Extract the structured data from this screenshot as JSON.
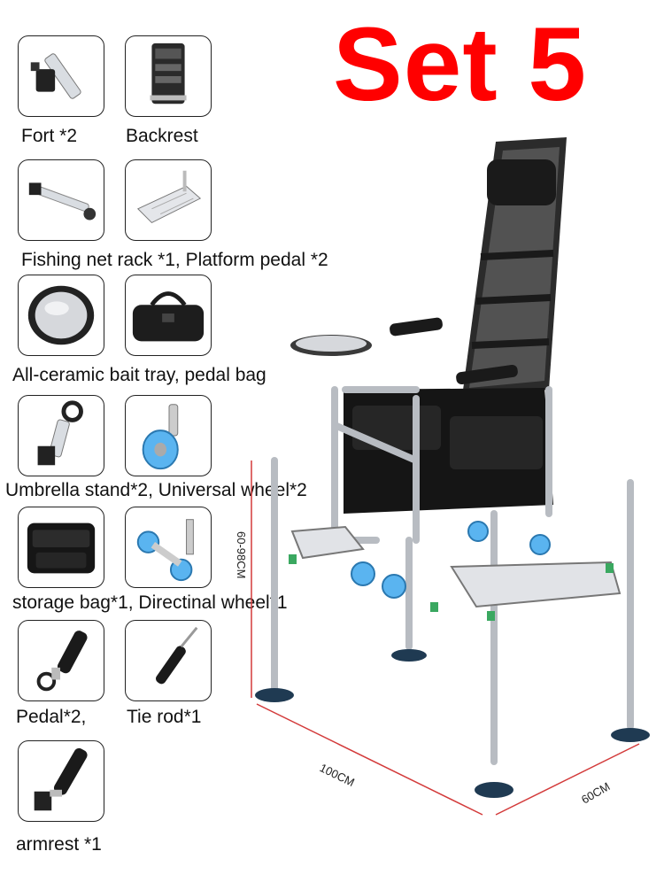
{
  "title": "Set 5",
  "accessories": [
    {
      "caption": "Fort *2",
      "icon": "fort-clamp-icon"
    },
    {
      "caption": "Backrest",
      "icon": "backrest-icon"
    },
    {
      "caption": "Fishing net rack *1, Platform pedal *2",
      "icon": "net-rack-icon"
    },
    {
      "caption": "All-ceramic bait tray, pedal bag",
      "icon": "bait-tray-icon"
    },
    {
      "caption": "Umbrella stand*2, Universal wheel*2",
      "icon": "umbrella-stand-icon"
    },
    {
      "caption": "storage bag*1, Directinal wheel*1",
      "icon": "storage-bag-icon"
    },
    {
      "caption": "Pedal*2,",
      "icon": "pedal-arm-icon"
    },
    {
      "caption": "Tie rod*1",
      "icon": "tie-rod-icon"
    },
    {
      "caption": "armrest *1",
      "icon": "armrest-icon"
    }
  ],
  "dimensions": {
    "height": "60-98CM",
    "length": "100CM",
    "width": "60CM"
  },
  "colors": {
    "title": "#ff0000",
    "frame": "#b8bcc2",
    "wheel": "#5ab4f0",
    "clip": "#3aa860",
    "dim_line": "#d33a3a"
  }
}
